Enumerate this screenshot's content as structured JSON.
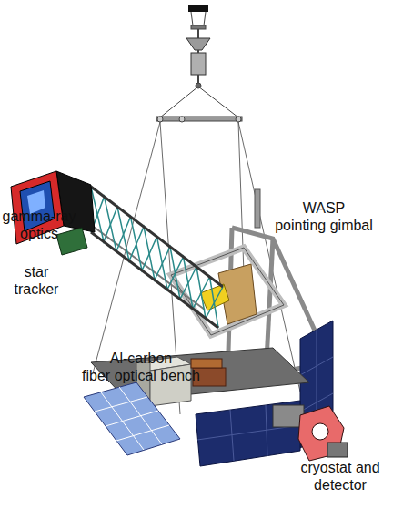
{
  "diagram": {
    "labels": [
      "gamma-ray optics",
      "star tracker",
      "WASP pointing gimbal",
      "Al-carbon fiber optical bench",
      "cryostat and detector"
    ]
  }
}
